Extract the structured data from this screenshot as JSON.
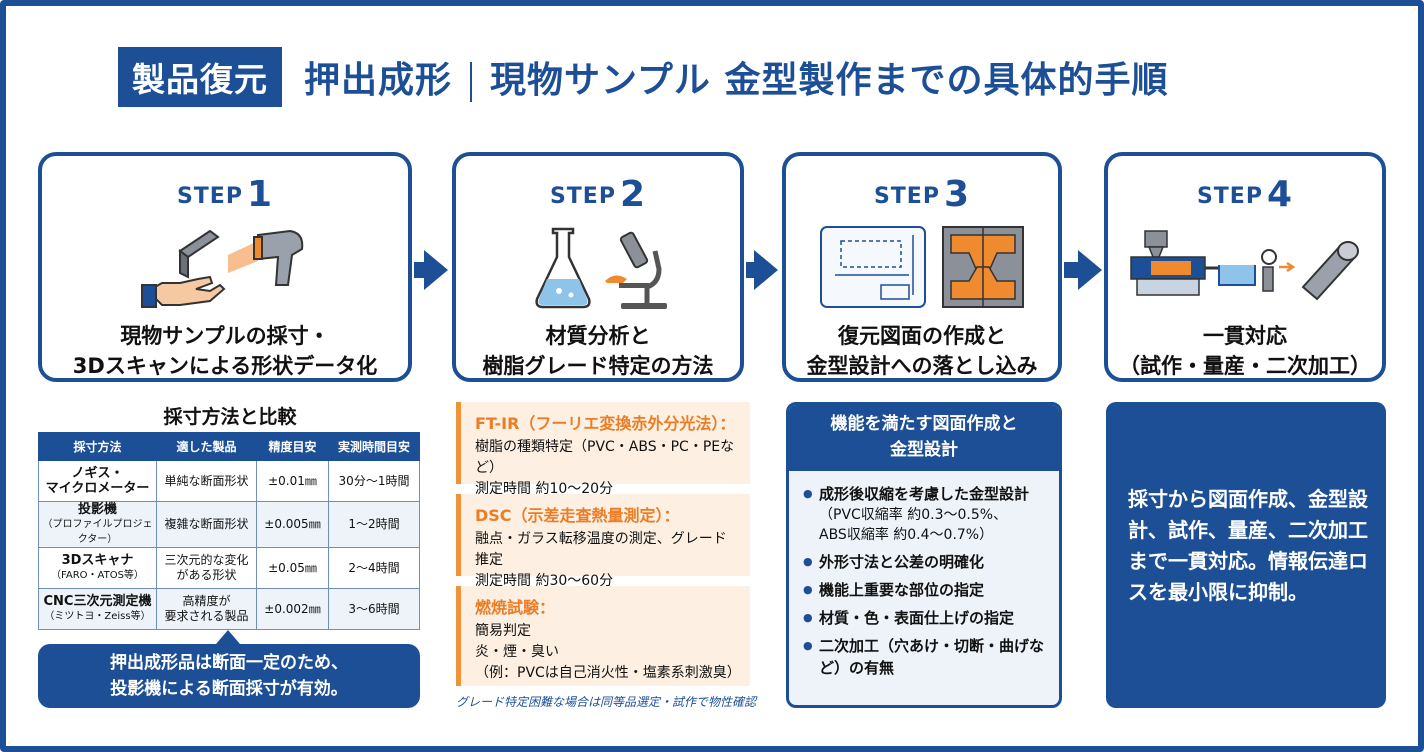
{
  "header": {
    "badge": "製品復元",
    "title_left": "押出成形",
    "title_right": "現物サンプル 金型製作までの具体的手順"
  },
  "steps": [
    {
      "label": "STEP",
      "num": "1",
      "caption_line1": "現物サンプルの採寸・",
      "caption_line2": "3Dスキャンによる形状データ化",
      "icon": "hand-part-scanner-icon"
    },
    {
      "label": "STEP",
      "num": "2",
      "caption_line1": "材質分析と",
      "caption_line2": "樹脂グレード特定の方法",
      "icon": "flask-microscope-icon"
    },
    {
      "label": "STEP",
      "num": "3",
      "caption_line1": "復元図面の作成と",
      "caption_line2": "金型設計への落とし込み",
      "icon": "blueprint-mold-icon"
    },
    {
      "label": "STEP",
      "num": "4",
      "caption_line1": "一貫対応",
      "caption_line2": "（試作・量産・二次加工）",
      "icon": "extrusion-line-icon"
    }
  ],
  "step1": {
    "section_title": "採寸方法と比較",
    "columns": [
      "採寸方法",
      "適した製品",
      "精度目安",
      "実測時間目安"
    ],
    "rows": [
      {
        "method": "ノギス・",
        "method2": "マイクロメーター",
        "sub": "",
        "product": "単純な断面形状",
        "product2": "",
        "accuracy": "±0.01㎜",
        "time": "30分〜1時間"
      },
      {
        "method": "投影機",
        "method2": "",
        "sub": "（プロファイルプロジェクター）",
        "product": "複雑な断面形状",
        "product2": "",
        "accuracy": "±0.005㎜",
        "time": "1〜2時間"
      },
      {
        "method": "3Dスキャナ",
        "method2": "",
        "sub": "（FARO・ATOS等）",
        "product": "三次元的な変化",
        "product2": "がある形状",
        "accuracy": "±0.05㎜",
        "time": "2〜4時間"
      },
      {
        "method": "CNC三次元測定機",
        "method2": "",
        "sub": "（ミツトヨ・Zeiss等）",
        "product": "高精度が",
        "product2": "要求される製品",
        "accuracy": "±0.002㎜",
        "time": "3〜6時間"
      }
    ],
    "note_line1": "押出成形品は断面一定のため、",
    "note_line2": "投影機による断面採寸が有効。"
  },
  "step2": {
    "methods": [
      {
        "heading": "FT-IR（フーリエ変換赤外分光法）：",
        "lines": [
          "樹脂の種類特定（PVC・ABS・PC・PEなど）",
          "測定時間 約10〜20分"
        ]
      },
      {
        "heading": "DSC（示差走査熱量測定）：",
        "lines": [
          "融点・ガラス転移温度の測定、グレード推定",
          "測定時間 約30〜60分"
        ]
      },
      {
        "heading": "燃焼試験：",
        "lines": [
          "簡易判定",
          "炎・煙・臭い",
          "（例：PVCは自己消火性・塩素系刺激臭）"
        ]
      }
    ],
    "footnote": "グレード特定困難な場合は同等品選定・試作で物性確認"
  },
  "step3": {
    "panel_title_line1": "機能を満たす図面作成と",
    "panel_title_line2": "金型設計",
    "items": [
      {
        "text": "成形後収縮を考慮した金型設計",
        "sub1": "（PVC収縮率 約0.3〜0.5%、",
        "sub2": "ABS収縮率 約0.4〜0.7%）"
      },
      {
        "text": "外形寸法と公差の明確化",
        "sub1": "",
        "sub2": ""
      },
      {
        "text": "機能上重要な部位の指定",
        "sub1": "",
        "sub2": ""
      },
      {
        "text": "材質・色・表面仕上げの指定",
        "sub1": "",
        "sub2": ""
      },
      {
        "text": "二次加工（穴あけ・切断・曲げな",
        "sub1": "ど）の有無",
        "sub2": ""
      }
    ]
  },
  "step4": {
    "panel_text": "採寸から図面作成、金型設計、試作、量産、二次加工まで一貫対応。情報伝達ロスを最小限に抑制。"
  },
  "colors": {
    "primary": "#1d4f96",
    "accent": "#ec7d25",
    "panel_bg": "#eef3fa",
    "method_bg": "#fdf0e2"
  }
}
